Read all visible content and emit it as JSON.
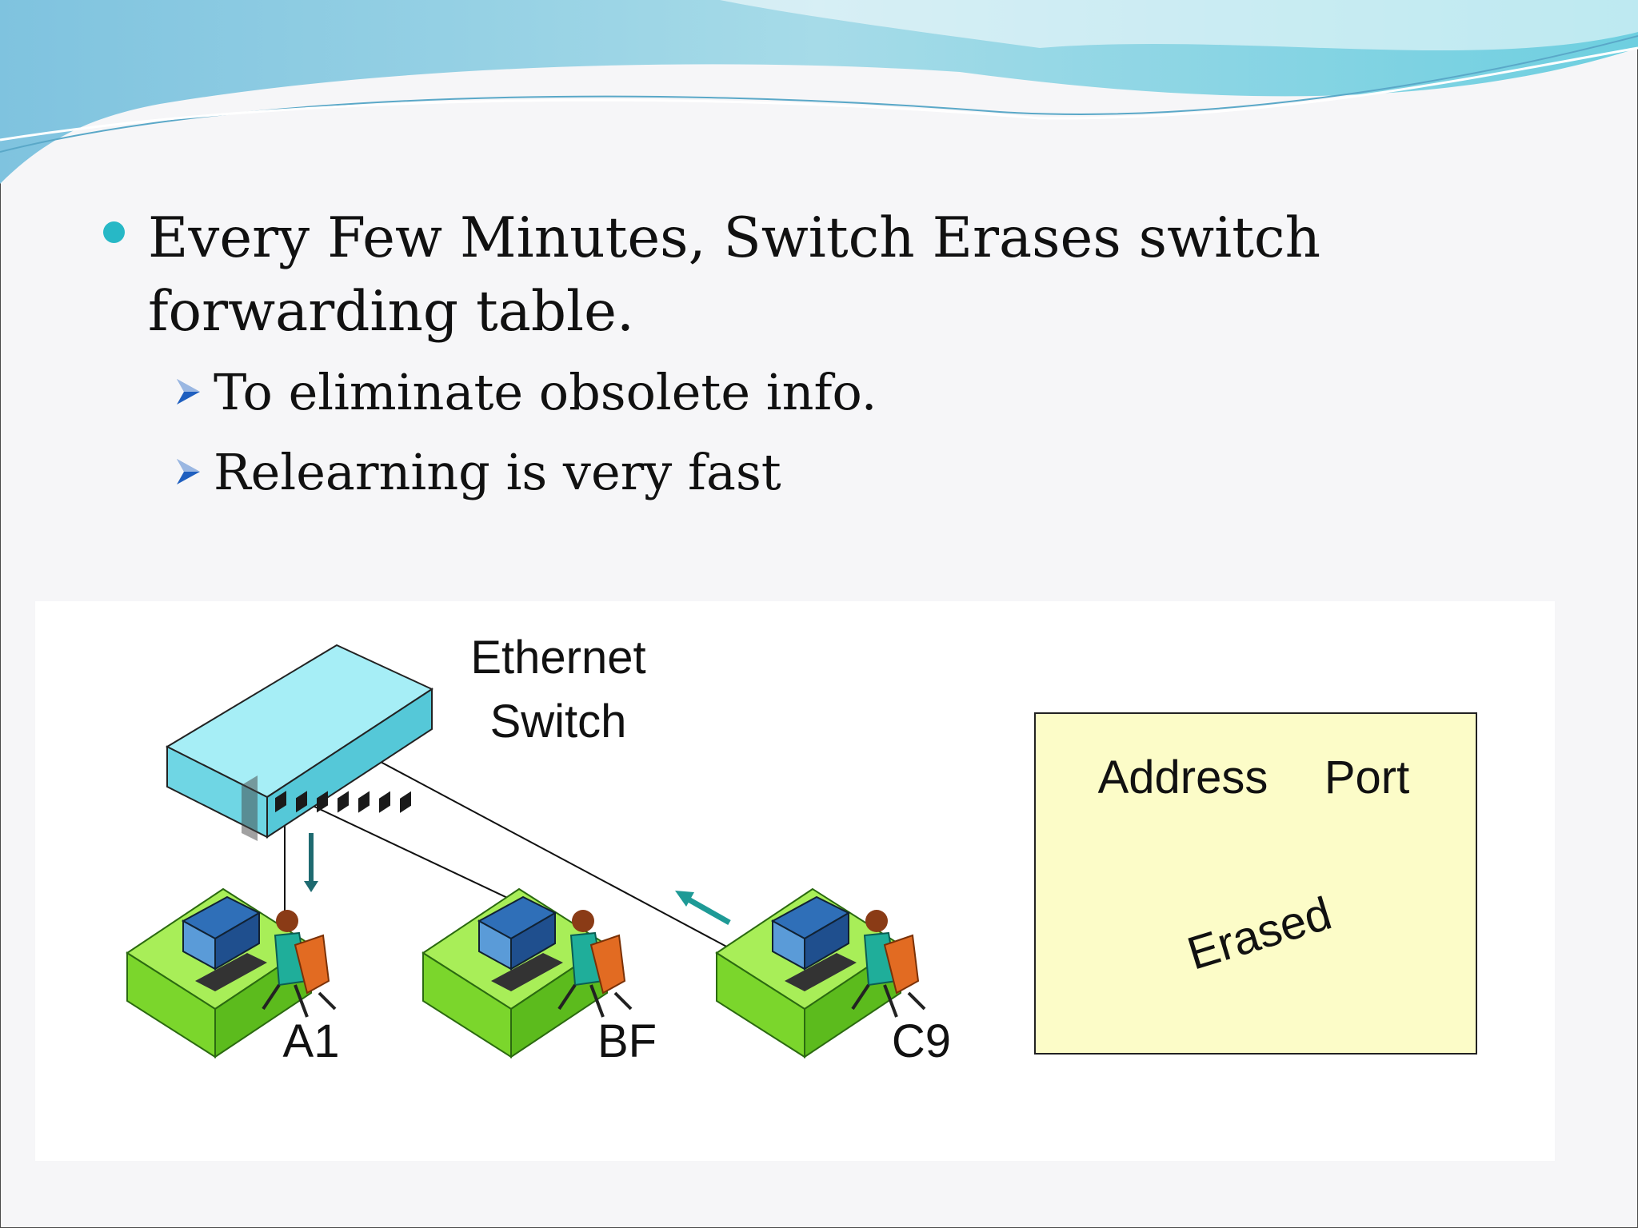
{
  "slide": {
    "bullet_main": "Every Few Minutes, Switch Erases switch forwarding table.",
    "sub_bullets": [
      "To eliminate obsolete info.",
      "Relearning is very fast"
    ]
  },
  "diagram": {
    "switch_label_line1": "Ethernet",
    "switch_label_line2": "Switch",
    "hosts": [
      "A1",
      "BF",
      "C9"
    ],
    "table_header_address": "Address",
    "table_header_port": "Port",
    "table_status": "Erased"
  },
  "colors": {
    "accent": "#27b8c6",
    "arrow_blue": "#1f5fbf",
    "switch_cyan": "#7fe3ef",
    "desk_green": "#8fe03a",
    "table_bg": "#fcfcc8",
    "flow_arrow": "#1e9a96"
  }
}
